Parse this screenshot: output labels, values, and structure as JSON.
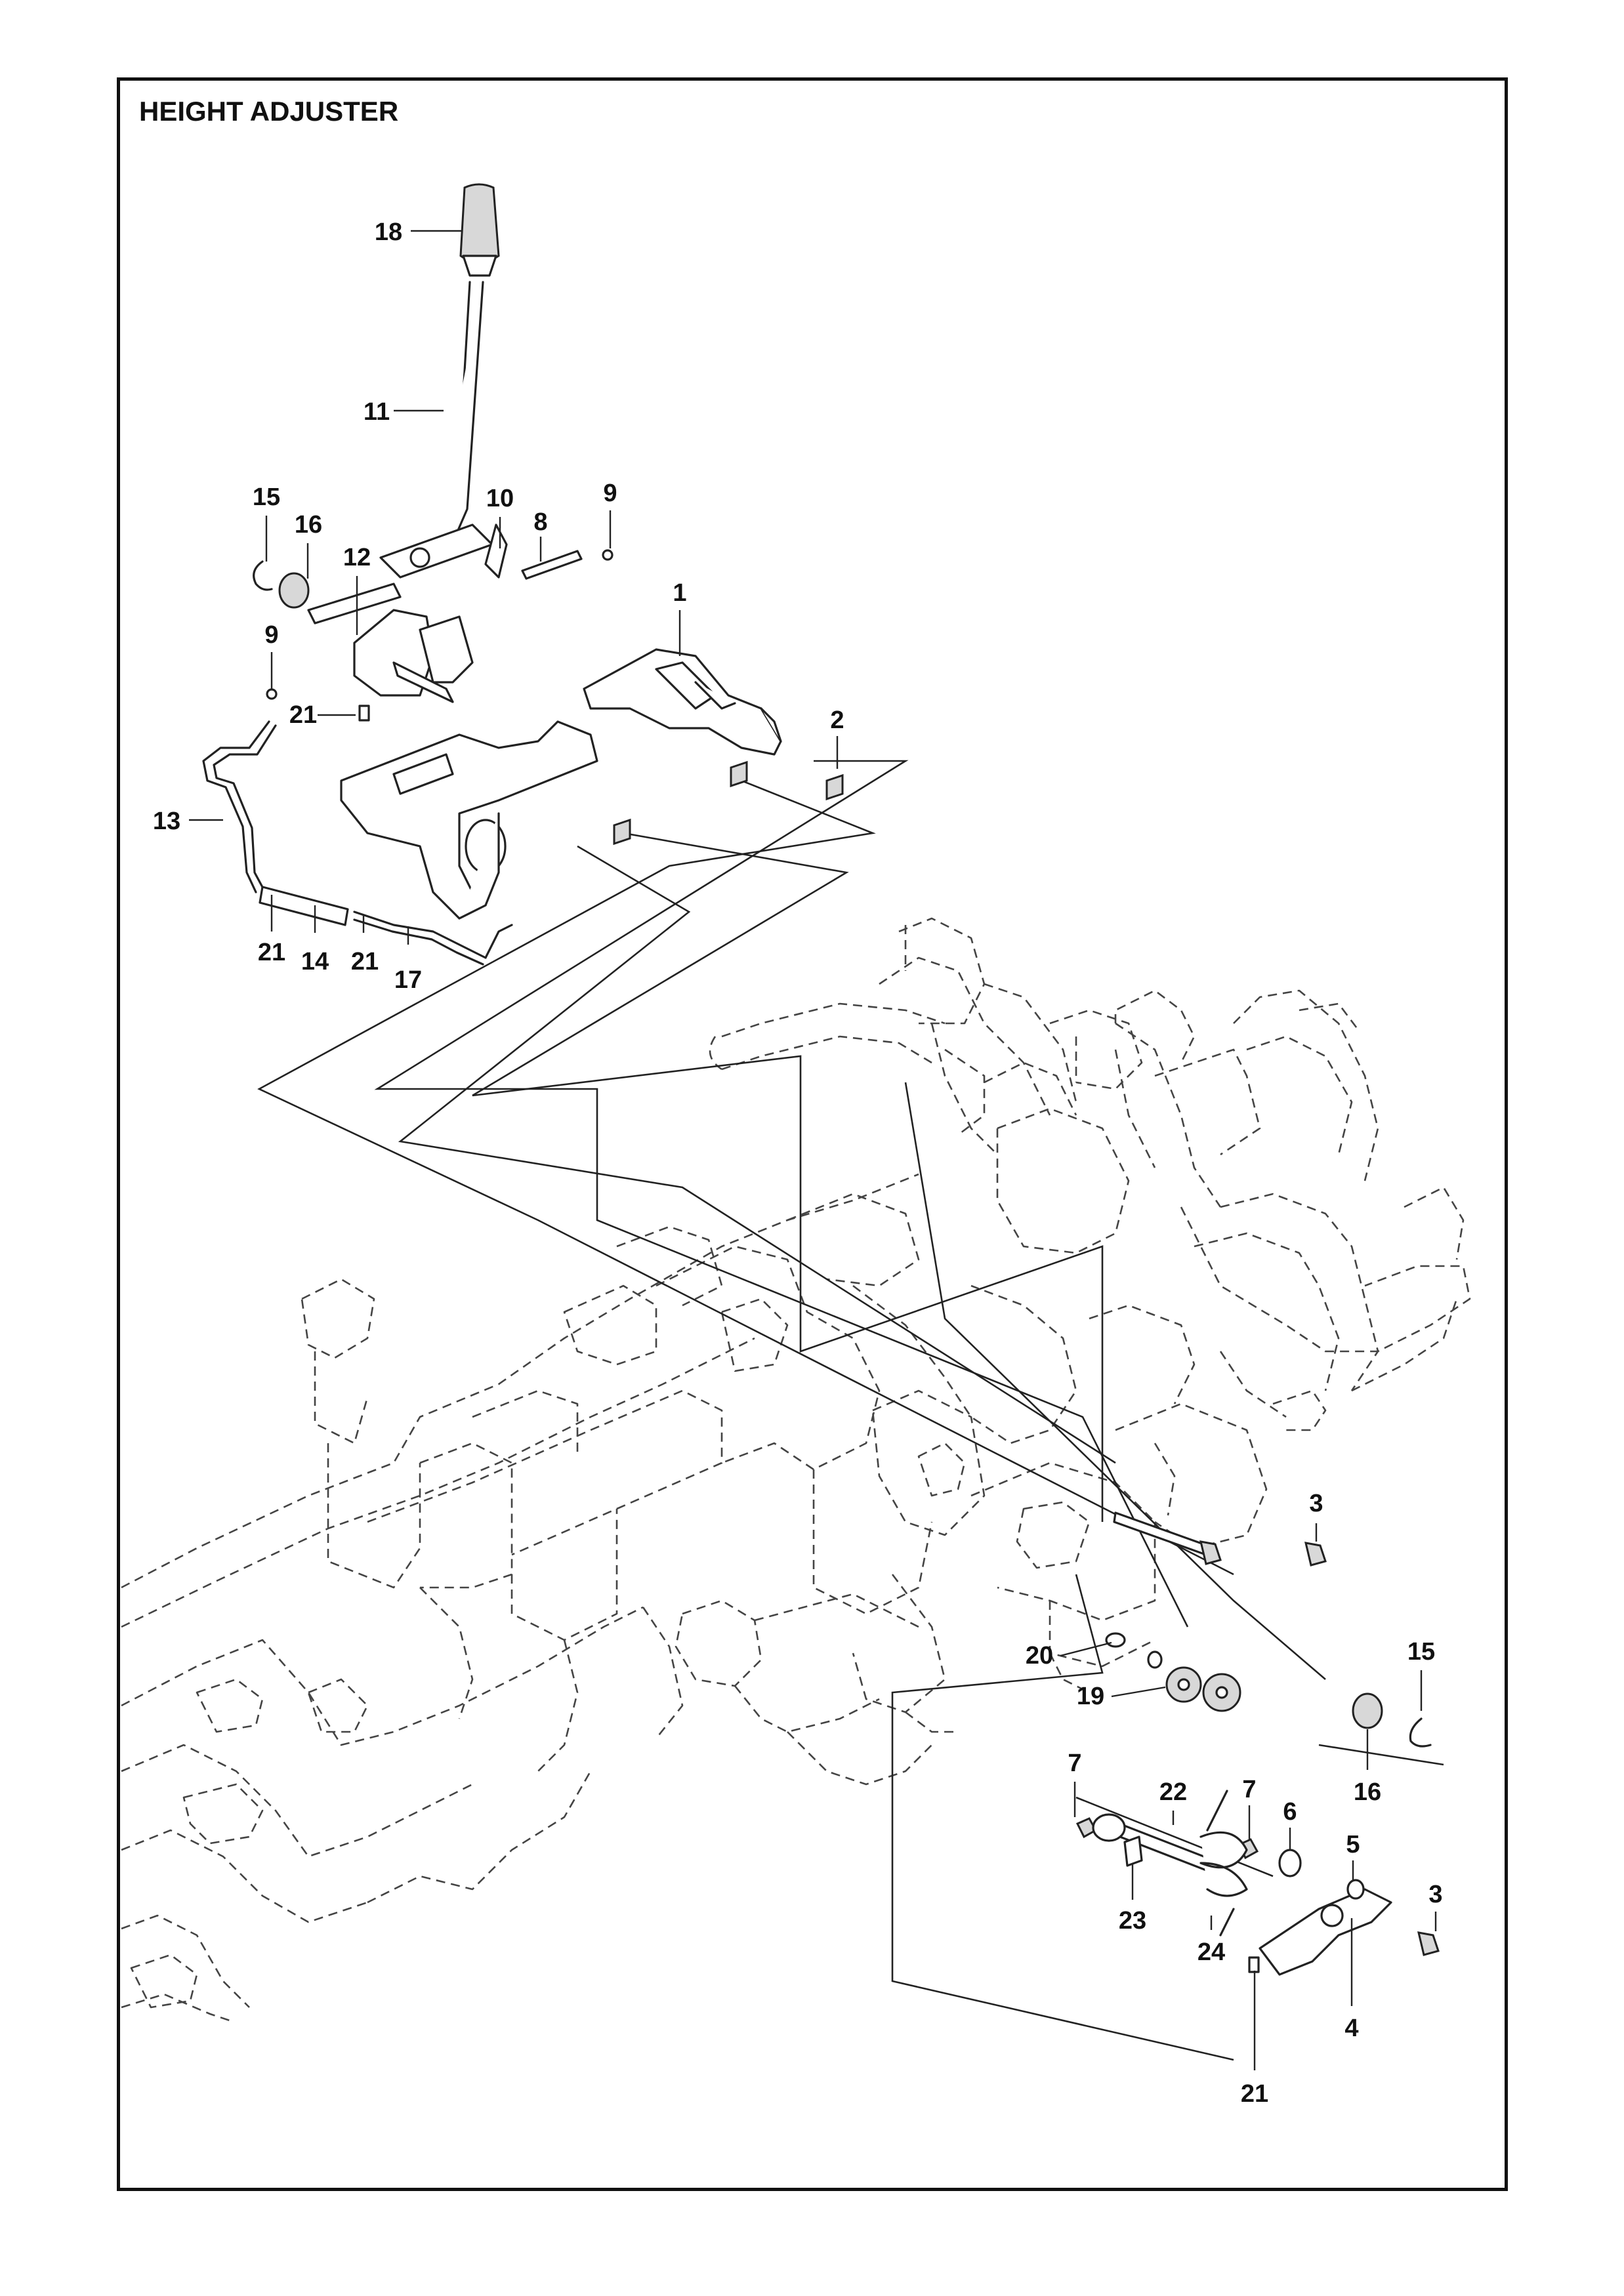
{
  "title": "HEIGHT ADJUSTER",
  "callouts": [
    {
      "id": "c18",
      "label": "18"
    },
    {
      "id": "c11",
      "label": "11"
    },
    {
      "id": "c15a",
      "label": "15"
    },
    {
      "id": "c16a",
      "label": "16"
    },
    {
      "id": "c12",
      "label": "12"
    },
    {
      "id": "c10",
      "label": "10"
    },
    {
      "id": "c8",
      "label": "8"
    },
    {
      "id": "c9a",
      "label": "9"
    },
    {
      "id": "c1",
      "label": "1"
    },
    {
      "id": "c9b",
      "label": "9"
    },
    {
      "id": "c21a",
      "label": "21"
    },
    {
      "id": "c2",
      "label": "2"
    },
    {
      "id": "c13",
      "label": "13"
    },
    {
      "id": "c21b",
      "label": "21"
    },
    {
      "id": "c14",
      "label": "14"
    },
    {
      "id": "c21c",
      "label": "21"
    },
    {
      "id": "c17",
      "label": "17"
    },
    {
      "id": "c3a",
      "label": "3"
    },
    {
      "id": "c20",
      "label": "20"
    },
    {
      "id": "c15b",
      "label": "15"
    },
    {
      "id": "c19",
      "label": "19"
    },
    {
      "id": "c16b",
      "label": "16"
    },
    {
      "id": "c7a",
      "label": "7"
    },
    {
      "id": "c22",
      "label": "22"
    },
    {
      "id": "c7b",
      "label": "7"
    },
    {
      "id": "c6",
      "label": "6"
    },
    {
      "id": "c5",
      "label": "5"
    },
    {
      "id": "c3b",
      "label": "3"
    },
    {
      "id": "c23",
      "label": "23"
    },
    {
      "id": "c24",
      "label": "24"
    },
    {
      "id": "c4",
      "label": "4"
    },
    {
      "id": "c21d",
      "label": "21"
    }
  ]
}
